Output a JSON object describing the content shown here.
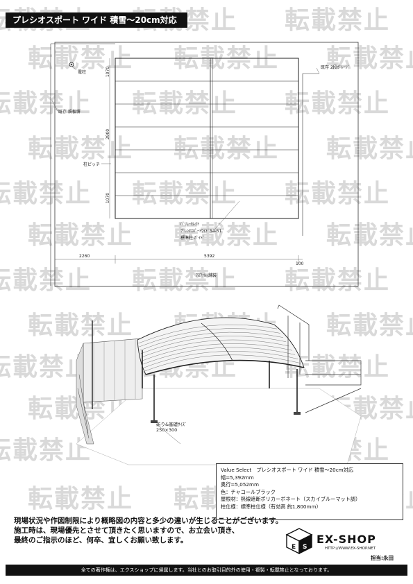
{
  "title": "プレシオスポート ワイド 積雪～20cm対応",
  "watermark": "転載禁止",
  "plan_labels": {
    "pole": "電柱",
    "garage": "既存 2段ｶﾞﾚｰｼﾞ",
    "fence": "既存 鉄板塀",
    "post_pitch": "柱ピッチ",
    "product_line1": "ﾊﾞﾘｭｰｾﾚｸﾄ",
    "product_line2": "ﾌﾟﾚｼｵｽﾎﾟｰﾄﾜｲﾄﾞ54-51",
    "product_line3": "標準柱 ｶﾞｲﾄﾞ",
    "asphalt": "ｱｽﾌｧﾙﾄ舗装",
    "dim_left": "2260",
    "dim_main": "5392",
    "dim_right": "100",
    "dim_v1": "1070",
    "dim_v2": "2900",
    "dim_v3": "1070"
  },
  "perspective_label": {
    "line1": "斫り&基礎ｻｲｽﾞ",
    "line2": "250×300"
  },
  "spec": {
    "lines": [
      "Value Select　プレシオスポート ワイド 積雪～20cm対応",
      "幅=5,392mm",
      "奥行=5,052mm",
      "色：チャコールブラック",
      "屋根材：熱線遮断ポリカーボネート（スカイブルーマット調）",
      "柱仕様：標準柱仕様（有効高 約1,800mm）"
    ]
  },
  "notes": [
    "現場状況や作図制限により概略図の内容と多少の違いが生じることがございます。",
    "施工時は、現場優先とさせて頂きたく思いますので、お立会い頂き、",
    "最終のご指示のほど、何卒、宜しくお願い致します。"
  ],
  "logo": {
    "text": "EX-SHOP",
    "url": "HTTP://WWW.EX-SHOP.NET"
  },
  "staff": "担当:永田",
  "footer": "全ての著作権は、エクスショップに帰属します。当社とのお取引目的外の使用・複製・転載禁止となっております。"
}
